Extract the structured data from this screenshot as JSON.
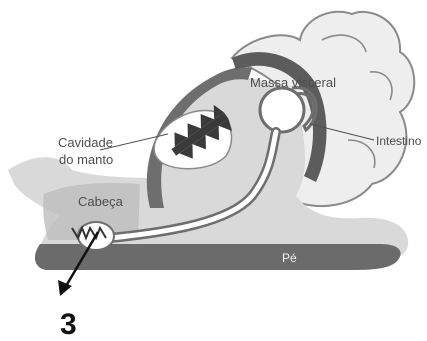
{
  "labels": {
    "visceral_mass": "Massa visceral",
    "intestine": "Intestino",
    "mantle_cavity_line1": "Cavidade",
    "mantle_cavity_line2": "do manto",
    "head": "Cabeça",
    "foot": "Pé",
    "marker": "3"
  },
  "colors": {
    "body_fill": "#d9d9d9",
    "shell_fill": "#eeeeee",
    "shell_outline": "#8a8a8a",
    "mantle_band": "#6e6e6e",
    "dark_band": "#5c5c5c",
    "foot_band": "#6b6b6b",
    "head_shade": "#bdbdbd",
    "label_text": "#4d4d4d",
    "foot_label_text": "#f2f2f2",
    "arrow": "#111111",
    "marker_text": "#111111"
  }
}
